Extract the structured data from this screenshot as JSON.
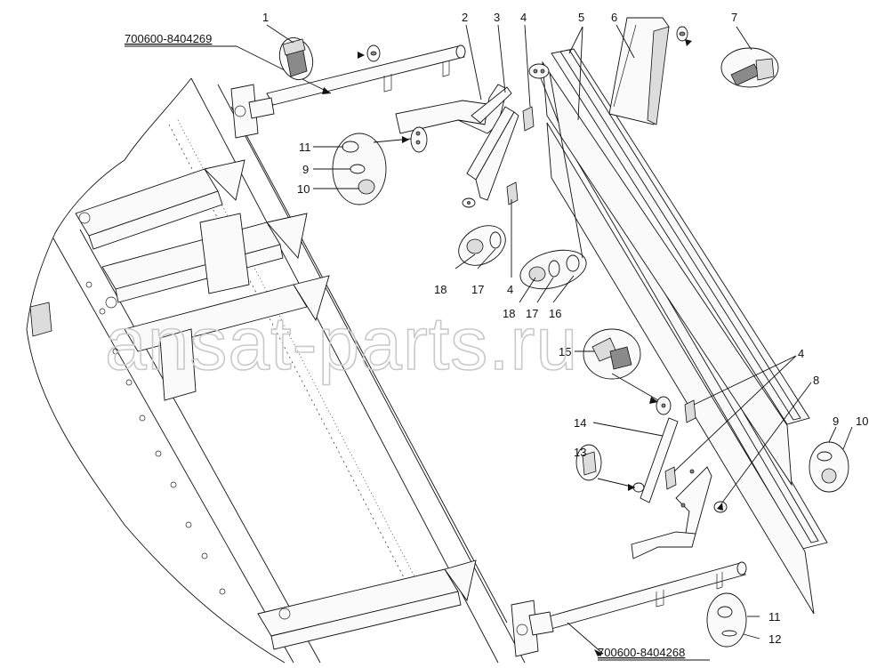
{
  "refs": {
    "top": "700600-8404269",
    "bottom": "700600-8404268"
  },
  "watermark": "ansat-parts.ru",
  "callouts": {
    "c1": "1",
    "c2": "2",
    "c3": "3",
    "c4a": "4",
    "c5": "5",
    "c6": "6",
    "c7": "7",
    "c11a": "11",
    "c9a": "9",
    "c10a": "10",
    "c18a": "18",
    "c17a": "17",
    "c4b": "4",
    "c18b": "18",
    "c17b": "17",
    "c16": "16",
    "c15": "15",
    "c4c": "4",
    "c8": "8",
    "c14": "14",
    "c13": "13",
    "c9b": "9",
    "c10b": "10",
    "c11b": "11",
    "c12": "12"
  }
}
